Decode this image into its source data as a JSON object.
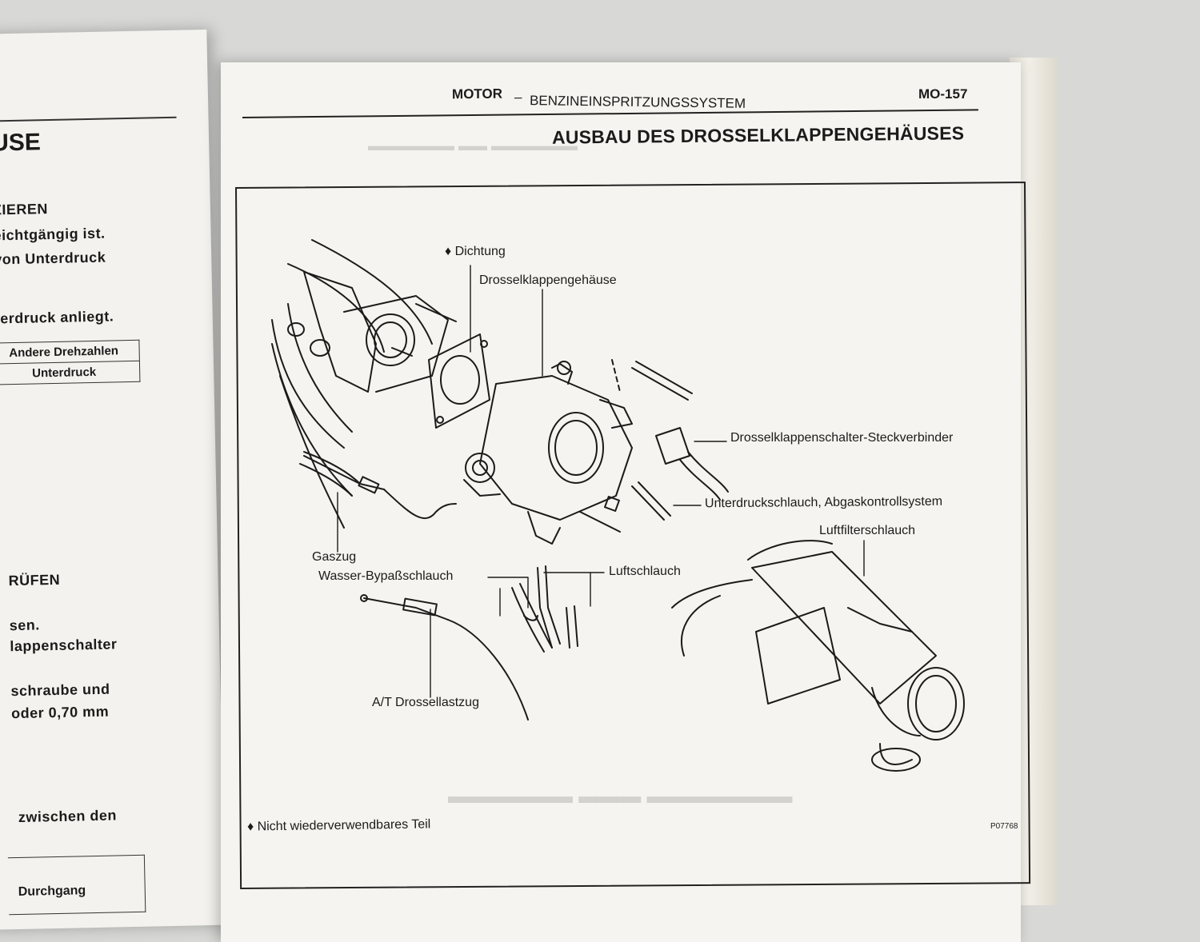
{
  "left_page": {
    "heading_fragment": "USE",
    "subheading_1": "ZIEREN",
    "line_1": "eichtgängig ist.",
    "line_2": "von  Unterdruck",
    "line_3": "terdruck anliegt.",
    "table": {
      "header": "Andere Drehzahlen",
      "value": "Unterdruck"
    },
    "subheading_2": "RÜFEN",
    "line_4": "sen.",
    "line_5": "lappenschalter",
    "line_6": "schraube   und",
    "line_7": "oder  0,70  mm",
    "line_8": "zwischen  den",
    "bottom_cell": "Durchgang"
  },
  "right_page": {
    "header_section": "MOTOR",
    "header_separator": "–",
    "header_subsection": "BENZINEINSPRITZUNGSSYSTEM",
    "page_number": "MO-157",
    "title": "AUSBAU DES DROSSELKLAPPENGEHÄUSES",
    "figure": {
      "labels": {
        "dichtung": "Dichtung",
        "drosselklappengehaeuse": "Drosselklappengehäuse",
        "schalter_steckverbinder": "Drosselklappenschalter-Steckverbinder",
        "unterdruckschlauch": "Unterdruckschlauch, Abgaskontrollsystem",
        "luftfilterschlauch": "Luftfilterschlauch",
        "gaszug": "Gaszug",
        "wasser_bypass": "Wasser-Bypaßschlauch",
        "luftschlauch": "Luftschlauch",
        "at_drosselzug": "A/T Drossellastzug"
      },
      "diamond_symbol": "♦",
      "footnote": "Nicht wiederverwendbares Teil",
      "figure_code": "P07768"
    }
  }
}
